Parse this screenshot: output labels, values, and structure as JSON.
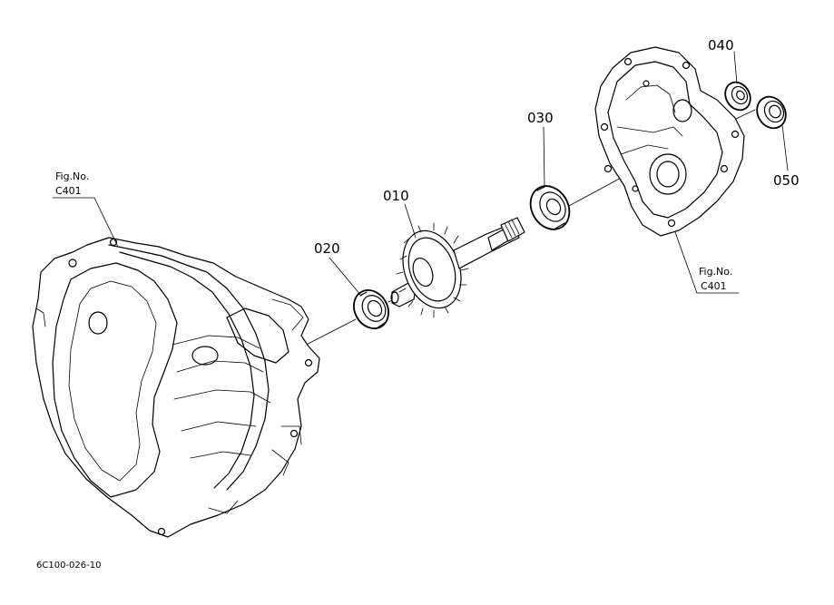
{
  "diagram": {
    "parts": [
      {
        "key": "p010",
        "callout": "010",
        "name": "gear shaft"
      },
      {
        "key": "p020",
        "callout": "020",
        "name": "ball bearing"
      },
      {
        "key": "p030",
        "callout": "030",
        "name": "ball bearing"
      },
      {
        "key": "p040",
        "callout": "040",
        "name": "ball bearing"
      },
      {
        "key": "p050",
        "callout": "050",
        "name": "oil seal"
      }
    ],
    "figure_refs": [
      {
        "label": "Fig.No.",
        "number": "C401"
      },
      {
        "label": "Fig.No.",
        "number": "C401"
      }
    ],
    "drawing_id": "6C100-026-10"
  }
}
